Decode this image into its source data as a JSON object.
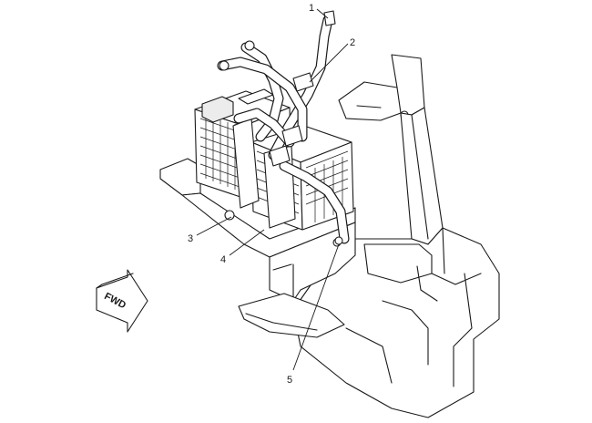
{
  "callouts": [
    {
      "id": "1",
      "label": "1"
    },
    {
      "id": "2",
      "label": "2"
    },
    {
      "id": "3",
      "label": "3"
    },
    {
      "id": "4",
      "label": "4"
    },
    {
      "id": "5",
      "label": "5"
    }
  ],
  "direction_arrow": {
    "label": "FWD",
    "icon": "forward-arrow-icon"
  }
}
